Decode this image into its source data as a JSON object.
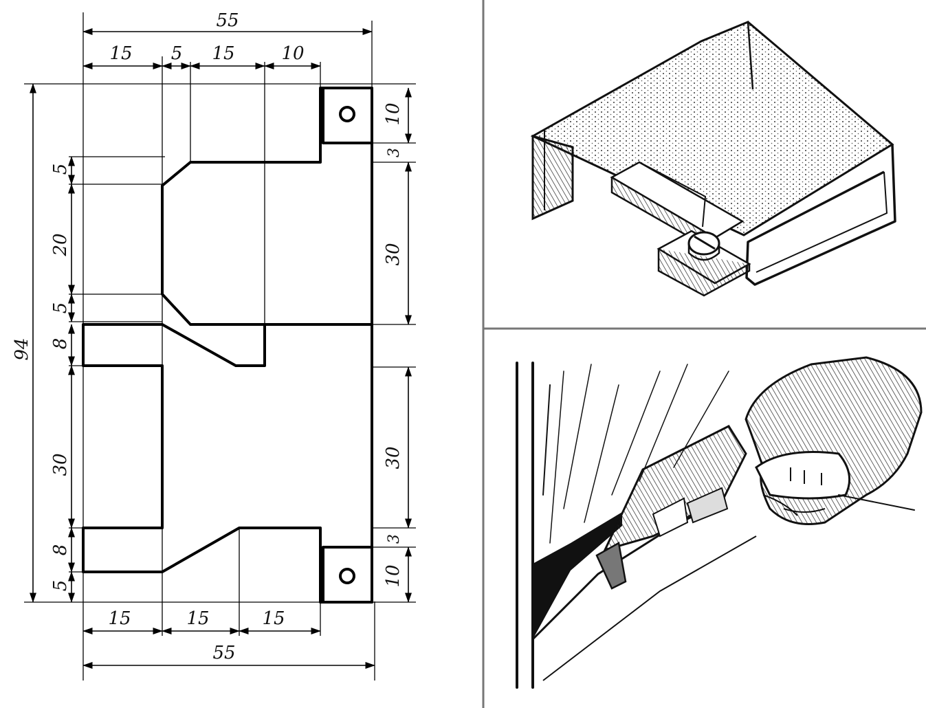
{
  "drawing": {
    "top": {
      "overall": "55",
      "seg1": "15",
      "seg2": "5",
      "seg3": "15",
      "seg4": "10"
    },
    "bottom": {
      "overall": "55",
      "seg1": "15",
      "seg2": "15",
      "seg3": "15"
    },
    "left": {
      "total": "94",
      "a": "5",
      "b": "20",
      "c": "5",
      "d": "8",
      "e": "30",
      "f": "8",
      "g": "5"
    },
    "right": {
      "a": "10",
      "b": "3",
      "c": "30",
      "d": "30",
      "e": "3",
      "f": "10"
    }
  },
  "illustrations": {
    "clip": "bent-metal-clip-with-screw",
    "usage": "hand-holding-tool-near-window-frame"
  }
}
